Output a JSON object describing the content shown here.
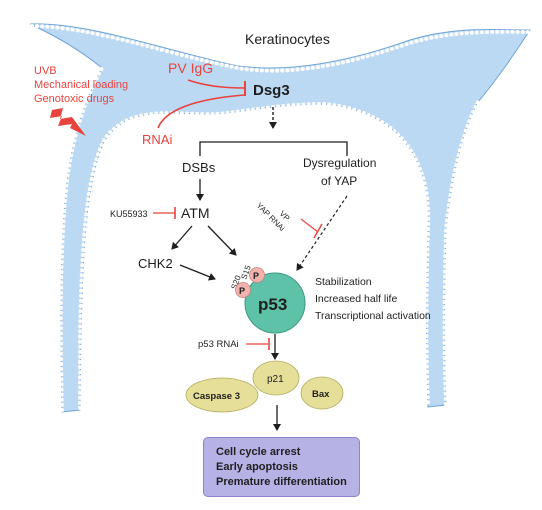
{
  "cell_label": "Keratinocytes",
  "stimuli": [
    "UVB",
    "Mechanical loading",
    "Genotoxic drugs"
  ],
  "pv_igg": "PV IgG",
  "dsg3": "Dsg3",
  "rnai": "RNAi",
  "dsbs": "DSBs",
  "yap_dysregulation": [
    "Dysregulation",
    "of YAP"
  ],
  "ku55933": "KU55933",
  "atm": "ATM",
  "vp": "VP",
  "yap_rnai": "YAP RNAi",
  "chk2": "CHK2",
  "s20": "S20",
  "s15": "S15",
  "phospho": "P",
  "p53": "p53",
  "p53_effects": [
    "Stabilization",
    "Increased half life",
    "Transcriptional activation"
  ],
  "p53_rnai": "p53 RNAi",
  "p21": "p21",
  "caspase3": "Caspase 3",
  "bax": "Bax",
  "outcomes": [
    "Cell cycle arrest",
    "Early apoptosis",
    "Premature differentiation"
  ],
  "colors": {
    "membrane": "#bcd9f4",
    "membrane_edge": "#6fa4d8",
    "inhibition": "#e8433d",
    "p53_node": "#5ec2a8",
    "phospho_node": "#f2b2ad",
    "effector_node": "#e6df9a",
    "outcome_box": "#b7b2e6"
  }
}
